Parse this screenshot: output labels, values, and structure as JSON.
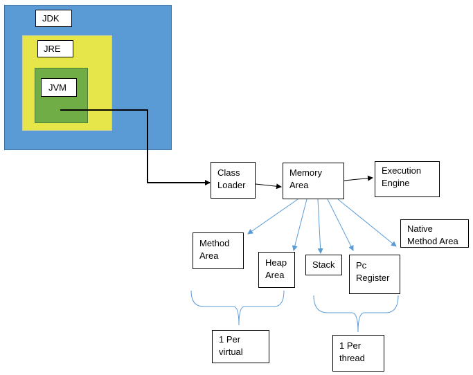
{
  "colors": {
    "jdk": "#5b9bd5",
    "jre": "#e6e64b",
    "jvm": "#70ad47",
    "connector": "#000000",
    "branch": "#5b9bd5"
  },
  "containers": {
    "jdk_label": "JDK",
    "jre_label": "JRE",
    "jvm_label": "JVM"
  },
  "nodes": {
    "class_loader": [
      "Class",
      "Loader"
    ],
    "memory_area": [
      "Memory",
      "Area"
    ],
    "execution_engine": [
      "Execution",
      "Engine"
    ],
    "method_area": [
      "Method",
      "Area"
    ],
    "heap_area": [
      "Heap",
      "Area"
    ],
    "stack": [
      "Stack"
    ],
    "pc_register": [
      "Pc",
      "Register"
    ],
    "native_method_area": [
      "Native",
      "Method Area"
    ]
  },
  "groups": {
    "per_virtual": [
      "1 Per",
      "virtual"
    ],
    "per_thread": [
      "1 Per",
      "thread"
    ]
  }
}
